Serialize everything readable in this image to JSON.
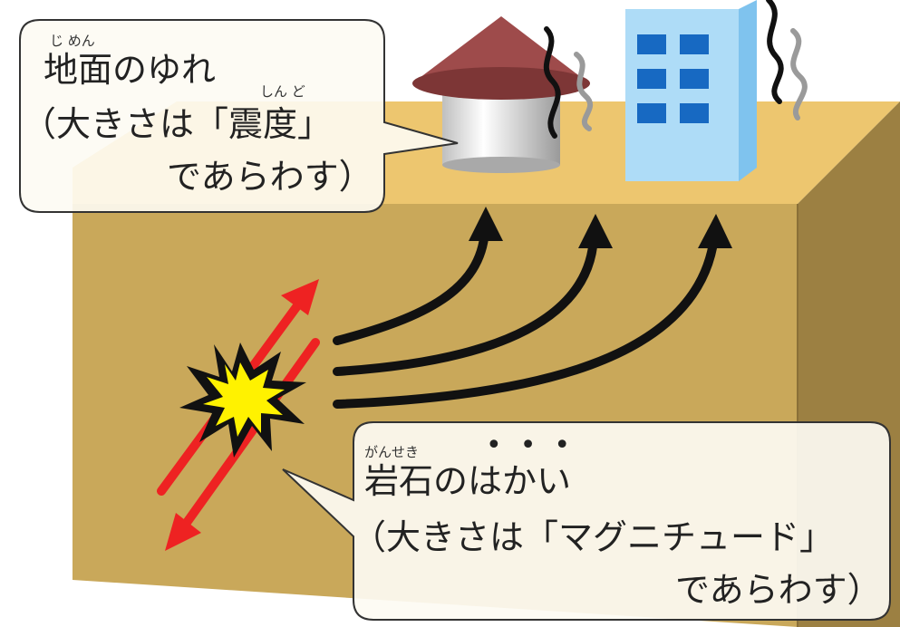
{
  "colors": {
    "ground_top": "#EDC66F",
    "ground_front": "#C9A85A",
    "ground_side": "#9C8042",
    "fault_arrow": "#EE2222",
    "wave_arrow": "#111111",
    "hypocenter_fill": "#FFF200",
    "callout_fill": "#FDFBF3",
    "silo_roof": "#9E4B4B",
    "building_front": "#AEDCF7",
    "building_window": "#1769C2"
  },
  "icons": {
    "hypocenter": "explosion-star-icon",
    "silo": "silo-icon",
    "building": "building-icon",
    "shaking": "squiggle-line-icon"
  },
  "callout_top": {
    "ruby_jimen": "じ めん",
    "ruby_shindo": "しん ど",
    "line1": "地面のゆれ",
    "line2": "（大きさは「震度」",
    "line3": "であらわす）"
  },
  "callout_bottom": {
    "ruby_ganseki": "がんせき",
    "emphasis_dots": "•••",
    "line1": "岩石のはかい",
    "line2": "（大きさは「マグニチュード」",
    "line3": "であらわす）"
  }
}
